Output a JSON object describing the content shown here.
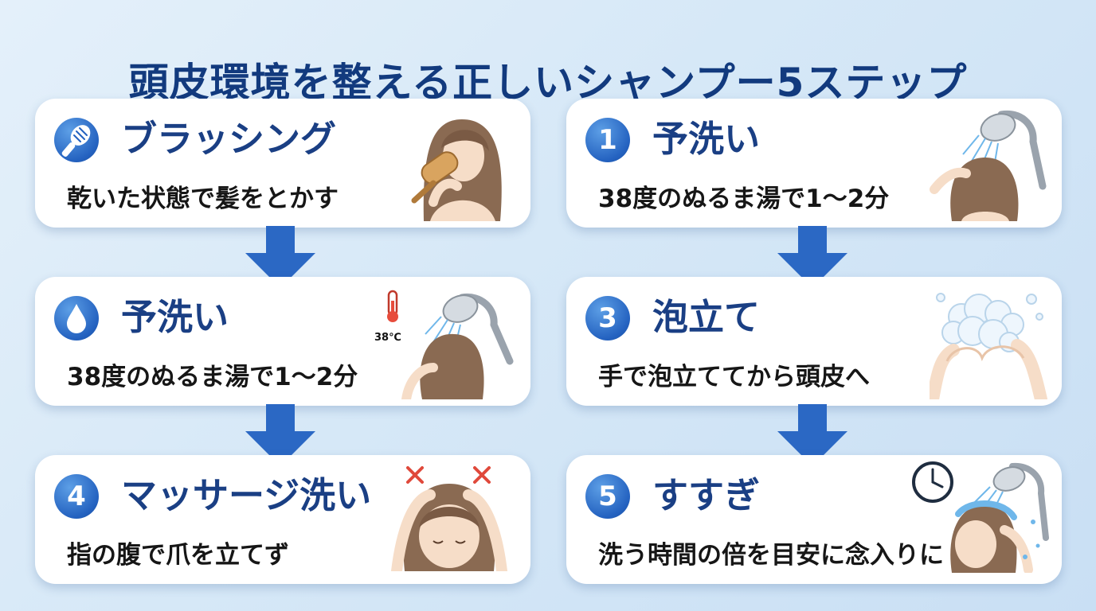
{
  "title": "頭皮環境を整える正しいシャンプー5ステップ",
  "colors": {
    "accent": "#1a3f84",
    "badge": "#2462c0",
    "arrow": "#2b68c4"
  },
  "left": [
    {
      "badge": "",
      "icon": "brush-icon",
      "heading": "ブラッシング",
      "desc": "乾いた状態で髪をとかす",
      "illustration": "brushing-hair"
    },
    {
      "badge": "",
      "icon": "water-drop-icon",
      "heading": "予洗い",
      "desc": "38度のぬるま湯で1～2分",
      "illustration": "shower-rinse",
      "temp_label": "38℃"
    },
    {
      "badge": "4",
      "icon": "",
      "heading": "マッサージ洗い",
      "desc": "指の腹で爪を立てず",
      "illustration": "scalp-massage"
    }
  ],
  "right": [
    {
      "badge": "1",
      "icon": "",
      "heading": "予洗い",
      "desc": "38度のぬるま湯で1～2分",
      "illustration": "shower-rinse"
    },
    {
      "badge": "3",
      "icon": "",
      "heading": "泡立て",
      "desc": "手で泡立ててから頭皮へ",
      "illustration": "lathering-hands"
    },
    {
      "badge": "5",
      "icon": "",
      "heading": "すすぎ",
      "desc": "洗う時間の倍を目安に念入りに",
      "illustration": "final-rinse"
    }
  ]
}
